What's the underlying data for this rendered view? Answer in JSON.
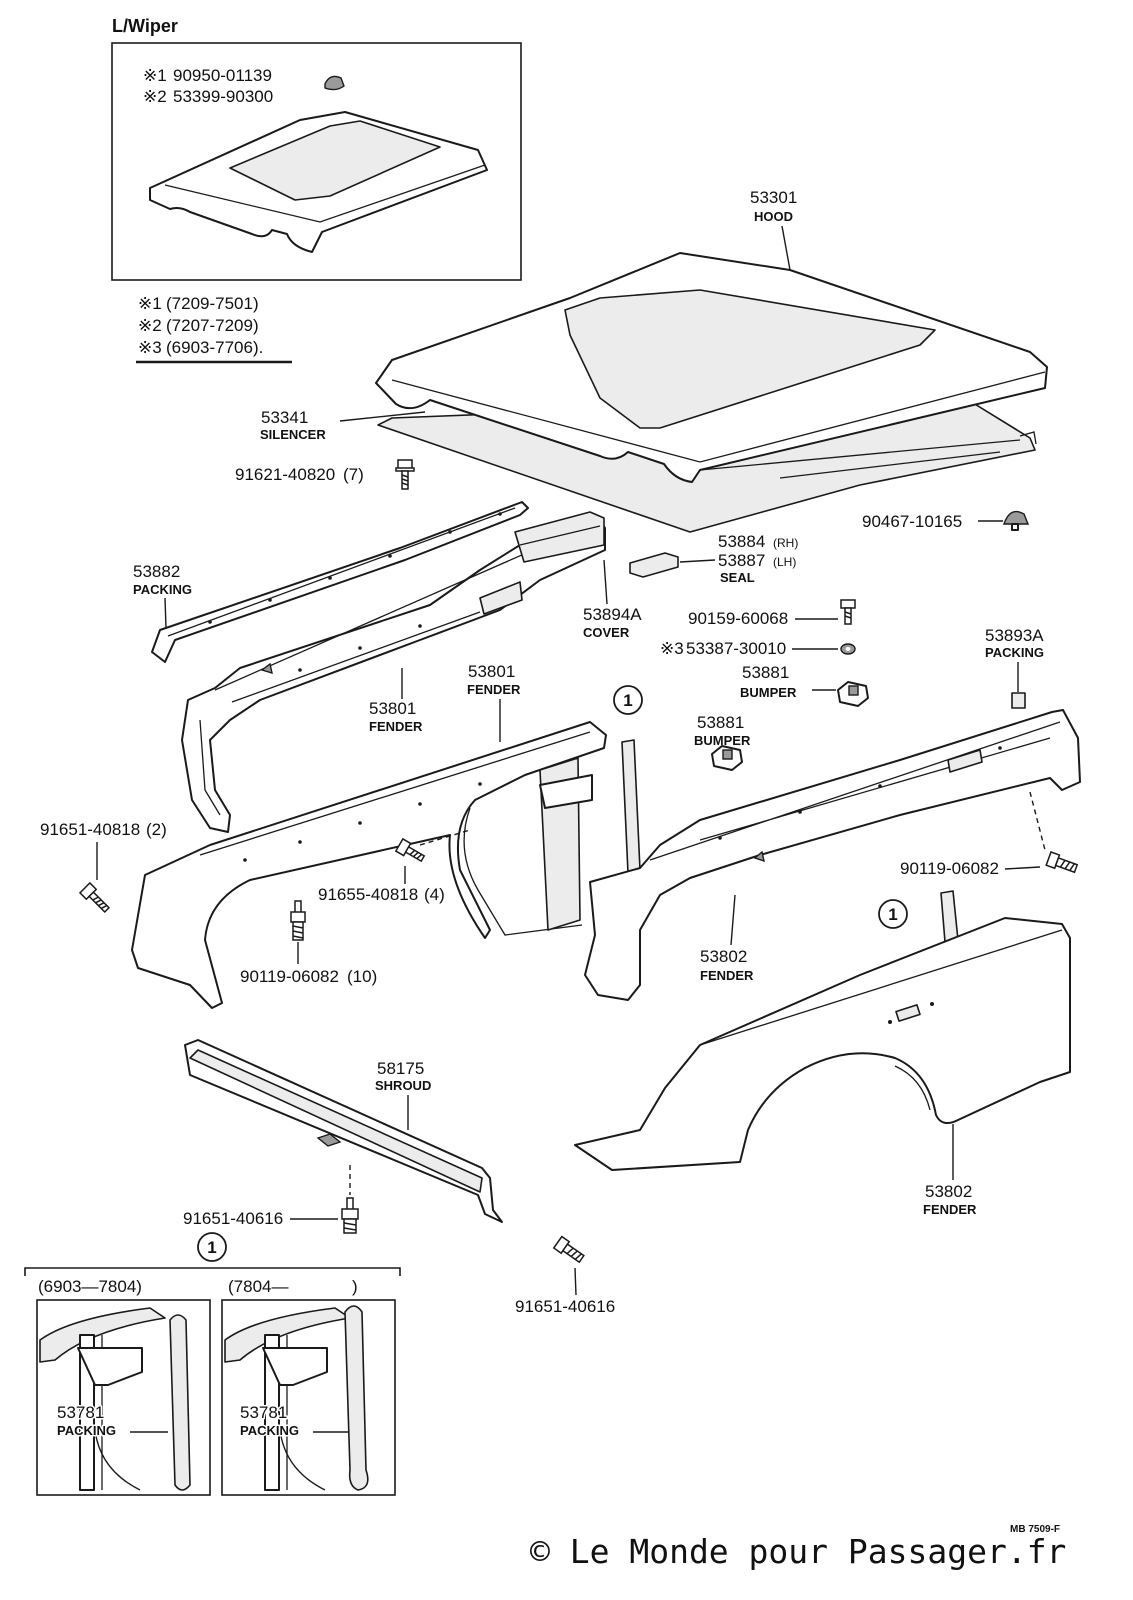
{
  "inset_title": "L/Wiper",
  "inset_parts": [
    {
      "mark": "※1",
      "number": "90950-01139"
    },
    {
      "mark": "※2",
      "number": "53399-90300"
    }
  ],
  "notes": [
    {
      "mark": "※1",
      "range": "(7209-7501)"
    },
    {
      "mark": "※2",
      "range": "(7207-7209)"
    },
    {
      "mark": "※3",
      "range": "(6903-7706)."
    }
  ],
  "callouts": {
    "hood": {
      "number": "53301",
      "name": "HOOD"
    },
    "silencer": {
      "number": "53341",
      "name": "SILENCER"
    },
    "silencer_bolt": {
      "number": "91621-40820",
      "qty": "(7)"
    },
    "hood_clip": {
      "number": "90467-10165"
    },
    "seal": {
      "number_rh": "53884",
      "side_rh": "(RH)",
      "number_lh": "53887",
      "side_lh": "(LH)",
      "name": "SEAL"
    },
    "packing_upper": {
      "number": "53882",
      "name": "PACKING"
    },
    "cover": {
      "number": "53894A",
      "name": "COVER"
    },
    "cover_bolt": {
      "number": "90159-60068"
    },
    "cover_nut": {
      "mark": "※3",
      "number": "53387-30010"
    },
    "packing_rear": {
      "number": "53893A",
      "name": "PACKING"
    },
    "bumper_upper": {
      "number": "53881",
      "name": "BUMPER"
    },
    "bumper_lower": {
      "number": "53881",
      "name": "BUMPER"
    },
    "fender_inner_lh": {
      "number": "53801",
      "name": "FENDER"
    },
    "fender_lh": {
      "number": "53801",
      "name": "FENDER"
    },
    "fender_inner_rh": {
      "number": "53802",
      "name": "FENDER"
    },
    "fender_rh": {
      "number": "53802",
      "name": "FENDER"
    },
    "bolt_a": {
      "number": "91651-40818",
      "qty": "(2)"
    },
    "bolt_b": {
      "number": "91655-40818",
      "qty": "(4)"
    },
    "bolt_c": {
      "number": "90119-06082",
      "qty": "(10)"
    },
    "bolt_d": {
      "number": "90119-06082"
    },
    "shroud": {
      "number": "58175",
      "name": "SHROUD"
    },
    "shroud_bolt": {
      "number": "91651-40616"
    },
    "side_bolt": {
      "number": "91651-40616"
    }
  },
  "ref_mark": "1",
  "detail": {
    "left": {
      "range": "(6903—7804)",
      "number": "53781",
      "name": "PACKING"
    },
    "right": {
      "range_open": "(7804—",
      "range_close": ")",
      "number": "53781",
      "name": "PACKING"
    }
  },
  "drawing_code": "MB 7509-F",
  "watermark": "© Le Monde pour Passager.fr",
  "colors": {
    "line": "#1a1a1a",
    "paper": "#ffffff"
  }
}
